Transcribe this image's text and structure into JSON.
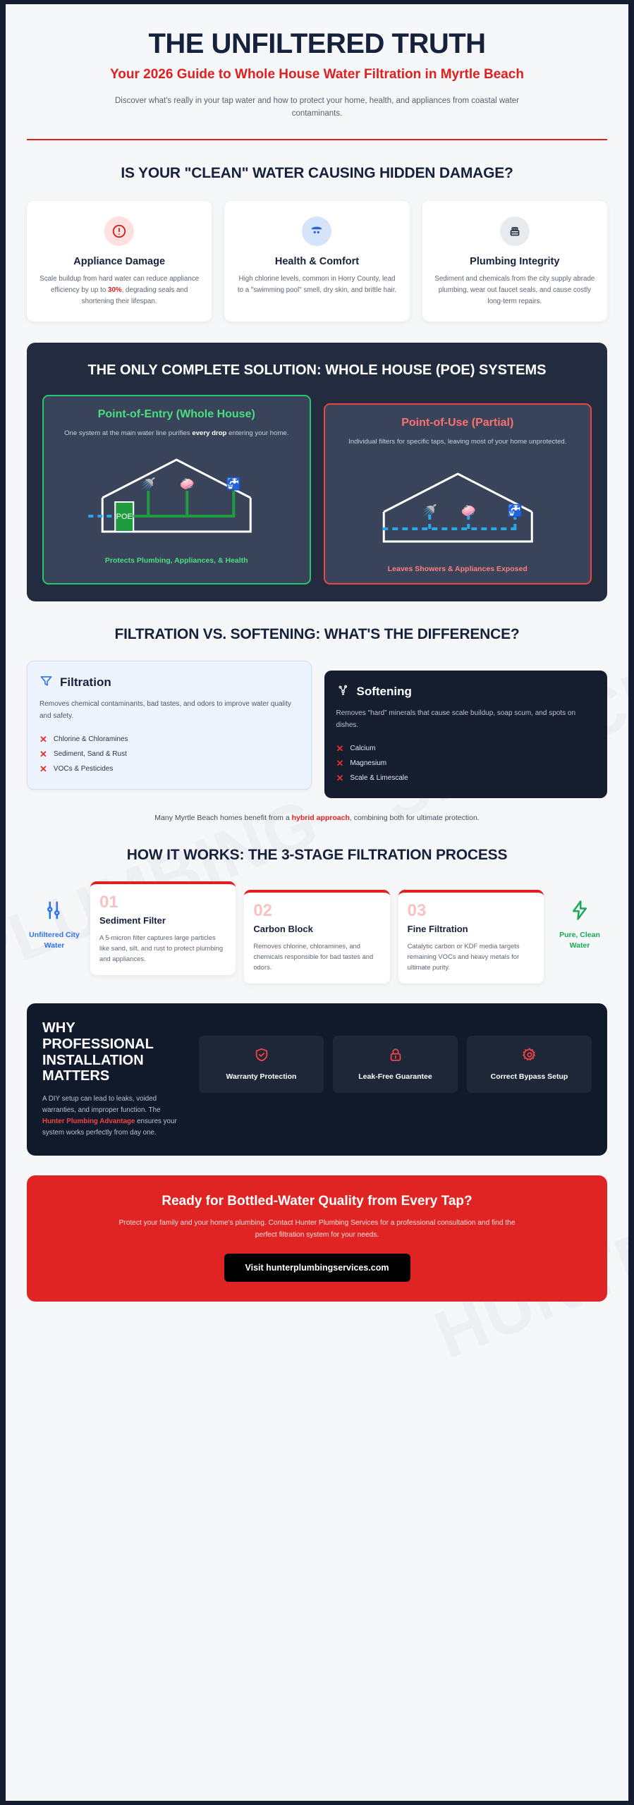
{
  "hero": {
    "title": "THE UNFILTERED TRUTH",
    "subtitle": "Your 2026 Guide to Whole House Water Filtration in Myrtle Beach",
    "lede": "Discover what's really in your tap water and how to protect your home, health, and appliances from coastal water contaminants."
  },
  "watermark": {
    "w1": "SERVICES",
    "w2": "PLUMBING",
    "w3": "HUNTER"
  },
  "damage": {
    "heading": "IS YOUR \"CLEAN\" WATER CAUSING HIDDEN DAMAGE?",
    "cards": [
      {
        "icon": "alert-circle-icon",
        "title": "Appliance Damage",
        "body_before": "Scale buildup from hard water can reduce appliance efficiency by up to ",
        "highlight": "30%",
        "body_after": ", degrading seals and shortening their lifespan."
      },
      {
        "icon": "shower-head-icon",
        "title": "Health & Comfort",
        "body_before": "High chlorine levels, common in Horry County, lead to a \"swimming pool\" smell, dry skin, and brittle hair.",
        "highlight": "",
        "body_after": ""
      },
      {
        "icon": "pipe-fitting-icon",
        "title": "Plumbing Integrity",
        "body_before": "Sediment and chemicals from the city supply abrade plumbing, wear out faucet seals, and cause costly long-term repairs.",
        "highlight": "",
        "body_after": ""
      }
    ]
  },
  "poe": {
    "heading": "THE ONLY COMPLETE SOLUTION: WHOLE HOUSE (POE) SYSTEMS",
    "good": {
      "title": "Point-of-Entry (Whole House)",
      "desc_before": "One system at the main water line purifies ",
      "desc_bold": "every drop",
      "desc_after": " entering your home.",
      "unit_label": "POE",
      "footer": "Protects Plumbing, Appliances, & Health",
      "fixtures": [
        "shower-icon",
        "washer-icon",
        "faucet-icon"
      ]
    },
    "bad": {
      "title": "Point-of-Use (Partial)",
      "desc": "Individual filters for specific taps, leaving most of your home unprotected.",
      "footer": "Leaves Showers & Appliances Exposed",
      "fixtures": [
        "shower-icon",
        "washer-icon",
        "faucet-icon"
      ]
    }
  },
  "compare": {
    "heading": "FILTRATION VS. SOFTENING: WHAT'S THE DIFFERENCE?",
    "filtration": {
      "icon": "funnel-icon",
      "title": "Filtration",
      "desc": "Removes chemical contaminants, bad tastes, and odors to improve water quality and safety.",
      "items": [
        "Chlorine & Chloramines",
        "Sediment, Sand & Rust",
        "VOCs & Pesticides"
      ],
      "item_icon": "x-mark-icon"
    },
    "softening": {
      "icon": "molecule-icon",
      "title": "Softening",
      "desc": "Removes \"hard\" minerals that cause scale buildup, soap scum, and spots on dishes.",
      "items": [
        "Calcium",
        "Magnesium",
        "Scale & Limescale"
      ],
      "item_icon": "x-mark-icon"
    },
    "hybrid_before": "Many Myrtle Beach homes benefit from a ",
    "hybrid_bold": "hybrid approach",
    "hybrid_after": ", combining both for ultimate protection."
  },
  "process": {
    "heading": "HOW IT WORKS: THE 3-STAGE FILTRATION PROCESS",
    "inflow": {
      "icon": "sliders-icon",
      "label": "Unfiltered City Water"
    },
    "outflow": {
      "icon": "bolt-icon",
      "label": "Pure, Clean Water"
    },
    "stages": [
      {
        "number": "01",
        "title": "Sediment Filter",
        "body": "A 5-micron filter captures large particles like sand, silt, and rust to protect plumbing and appliances."
      },
      {
        "number": "02",
        "title": "Carbon Block",
        "body": "Removes chlorine, chloramines, and chemicals responsible for bad tastes and odors."
      },
      {
        "number": "03",
        "title": "Fine Filtration",
        "body": "Catalytic carbon or KDF media targets remaining VOCs and heavy metals for ultimate purity."
      }
    ]
  },
  "whypro": {
    "heading": "WHY PROFESSIONAL INSTALLATION MATTERS",
    "body_before": "A DIY setup can lead to leaks, voided warranties, and improper function. The ",
    "body_bold": "Hunter Plumbing Advantage",
    "body_after": " ensures your system works perfectly from day one.",
    "pills": [
      {
        "icon": "shield-check-icon",
        "label": "Warranty Protection"
      },
      {
        "icon": "lock-icon",
        "label": "Leak-Free Guarantee"
      },
      {
        "icon": "gear-icon",
        "label": "Correct Bypass Setup"
      }
    ]
  },
  "cta": {
    "heading": "Ready for Bottled-Water Quality from Every Tap?",
    "body": "Protect your family and your home's plumbing. Contact Hunter Plumbing Services for a professional consultation and find the perfect filtration system for your needs.",
    "button": "Visit hunterplumbingservices.com"
  },
  "colors": {
    "brand_red": "#e02424",
    "navy": "#16213c",
    "green": "#28c76f",
    "blue": "#2f73e6",
    "panel_dark": "#222c3e"
  }
}
